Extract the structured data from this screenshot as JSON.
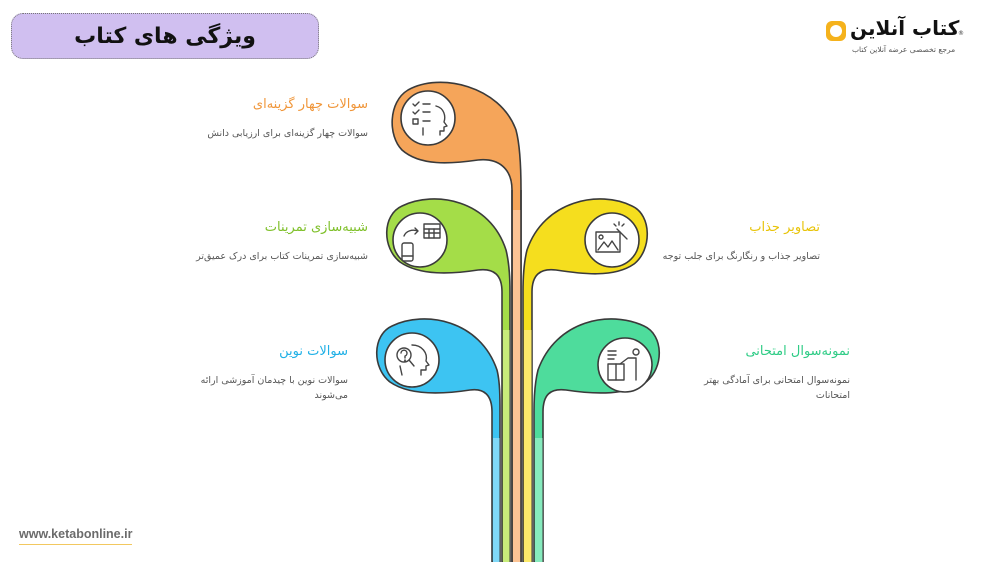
{
  "header": {
    "title": "ویژگی های کتاب",
    "title_bg": "#d0bff0"
  },
  "logo": {
    "name": "کتاب آنلاین",
    "tagline": "مرجع تخصصی عرضه آنلاین کتاب",
    "accent": "#f5b21c"
  },
  "footer": {
    "website": "www.ketabonline.ir"
  },
  "features": [
    {
      "id": "multiple-choice",
      "title": "سوالات چهار گزینه‌ای",
      "description": "سوالات چهار گزینه‌ای برای ارزیابی دانش",
      "color": "#f5a55a",
      "icon": "checklist-head-icon",
      "side": "left"
    },
    {
      "id": "exercise-simulation",
      "title": "شبیه‌سازی تمرینات",
      "description": "شبیه‌سازی تمرینات کتاب برای درک عمیق‌تر",
      "color": "#a4dd48",
      "icon": "device-table-sync-icon",
      "side": "left"
    },
    {
      "id": "attractive-images",
      "title": "تصاویر جذاب",
      "description": "تصاویر جذاب و رنگارنگ برای جلب توجه",
      "color": "#f5de1e",
      "icon": "image-magic-icon",
      "side": "right"
    },
    {
      "id": "novel-questions",
      "title": "سوالات نوین",
      "description": "سوالات نوین با چیدمان آموزشی ارائه می‌شوند",
      "color": "#3dc4f2",
      "icon": "question-search-head-icon",
      "side": "left"
    },
    {
      "id": "sample-exam-questions",
      "title": "نمونه‌سوال امتحانی",
      "description": "نمونه‌سوال امتحانی برای آمادگی بهتر امتحانات",
      "color": "#4edc9c",
      "icon": "teacher-board-icon",
      "side": "right"
    }
  ]
}
